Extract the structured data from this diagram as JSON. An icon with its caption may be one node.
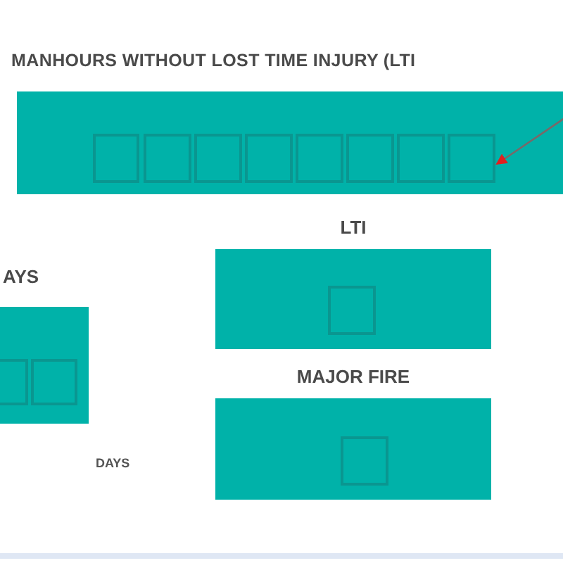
{
  "diagram": {
    "nodes": [
      {
        "text": [
          "MANHOURS WITHOUT LOST TIME INJURY (LTI"
        ]
      },
      {
        "text": [],
        "shape": "box",
        "in": 0
      },
      {
        "text": [],
        "shape": "box",
        "in": 0
      },
      {
        "text": [],
        "shape": "box",
        "in": 0
      },
      {
        "text": [],
        "shape": "box",
        "in": 0
      },
      {
        "text": [],
        "shape": "box",
        "in": 0
      },
      {
        "text": [],
        "shape": "box",
        "in": 0
      },
      {
        "text": [],
        "shape": "box",
        "in": 0
      },
      {
        "text": [],
        "shape": "box",
        "in": 0
      },
      {
        "text": [
          "LTI"
        ]
      },
      {
        "text": [],
        "shape": "box",
        "in": 9
      },
      {
        "text": [
          "AYS"
        ]
      },
      {
        "text": [],
        "shape": "box",
        "in": 11
      },
      {
        "text": [],
        "shape": "box",
        "in": 11
      },
      {
        "text": [
          "MAJOR FIRE"
        ]
      },
      {
        "text": [],
        "shape": "box",
        "in": 14
      }
    ],
    "edges": [
      {
        "from": null,
        "to": 8,
        "arrow": "to"
      }
    ],
    "labels": [
      "DAYS"
    ]
  }
}
